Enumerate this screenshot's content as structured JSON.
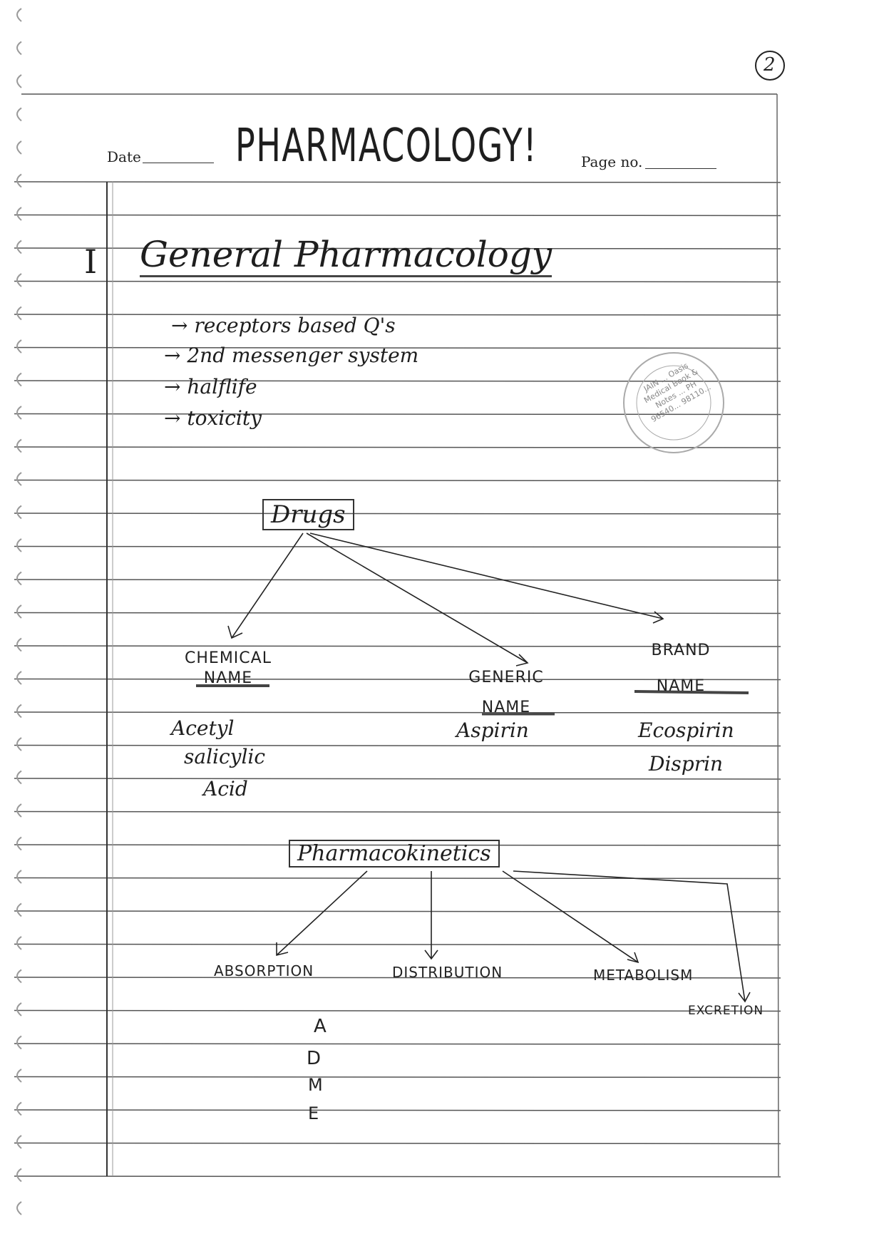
{
  "page_number": "2",
  "header": {
    "date_label": "Date",
    "title": "PHARMACOLOGY!",
    "page_no_label": "Page no."
  },
  "section": {
    "numeral": "I",
    "heading": "General Pharmacology",
    "bullets": [
      "→ receptors based Q's",
      "→ 2nd messenger system",
      "→ halflife",
      "→ toxicity"
    ]
  },
  "drugs_diagram": {
    "root": "Drugs",
    "branches": [
      {
        "heading": "CHEMICAL NAME",
        "example": [
          "Acetyl",
          "salicylic",
          "Acid"
        ]
      },
      {
        "heading": "GENERIC NAME",
        "example": [
          "Aspirin"
        ]
      },
      {
        "heading": "BRAND NAME",
        "example": [
          "Ecospirin",
          "Disprin"
        ]
      }
    ]
  },
  "pk_diagram": {
    "root": "Pharmacokinetics",
    "branches": [
      "ABSORPTION",
      "DISTRIBUTION",
      "METABOLISM",
      "EXCRETION"
    ],
    "acronym": [
      "A",
      "D",
      "M",
      "E"
    ]
  },
  "stamp": {
    "text": "JAIN ... Oasis Medical Book & Notes ... PH 96540... 98110..."
  }
}
